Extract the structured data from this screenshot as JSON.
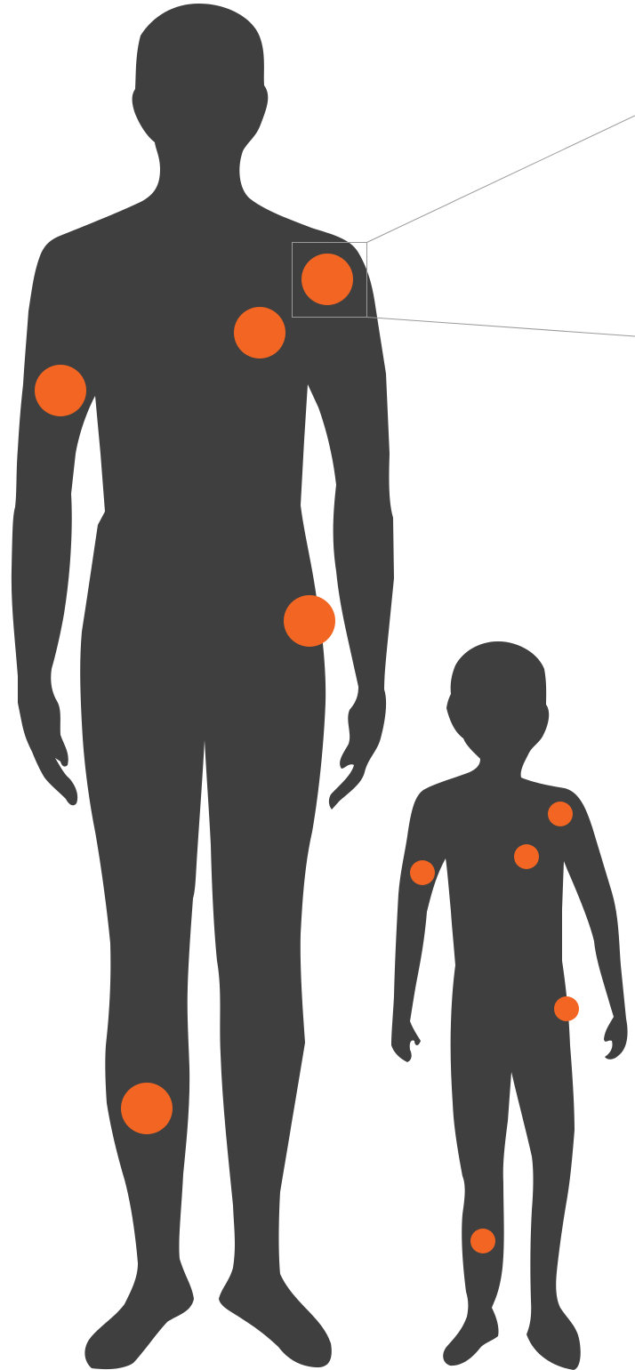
{
  "figures": {
    "adult": {
      "name": "adult",
      "marker_count": 5
    },
    "child": {
      "name": "child",
      "marker_count": 5
    }
  },
  "markers": {
    "color": "#f26522",
    "adult": [
      "shoulder",
      "chest",
      "elbow",
      "hip",
      "knee"
    ],
    "child": [
      "shoulder",
      "chest",
      "elbow",
      "hip",
      "knee"
    ]
  },
  "callout": {
    "target": "adult-shoulder",
    "line_color": "#9a9a9a"
  },
  "colors": {
    "silhouette": "#3f3f3f",
    "marker": "#f26522",
    "background": "#ffffff"
  }
}
